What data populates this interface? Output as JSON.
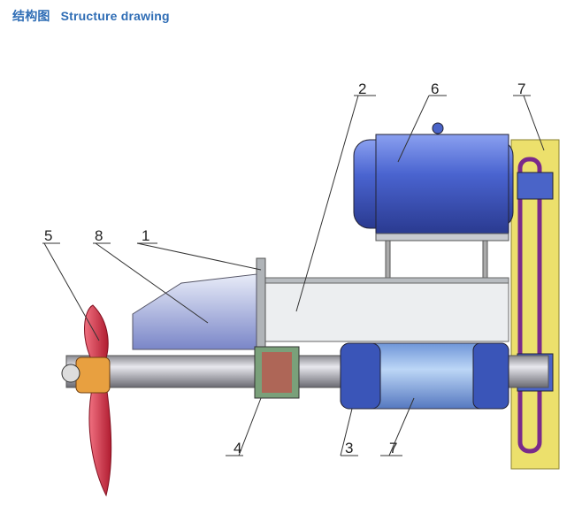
{
  "title": {
    "cn": "结构图",
    "en": "Structure drawing"
  },
  "labels": {
    "l1": "1",
    "l2": "2",
    "l3": "3",
    "l4": "4",
    "l5": "5",
    "l6": "6",
    "l7a": "7",
    "l7b": "7",
    "l8": "8"
  },
  "colors": {
    "title": "#2f6db5",
    "motor": "#4a64c8",
    "guard": "#e8dc6a",
    "propeller": "#d83a4a",
    "cylinder": "#8fb4e8"
  }
}
